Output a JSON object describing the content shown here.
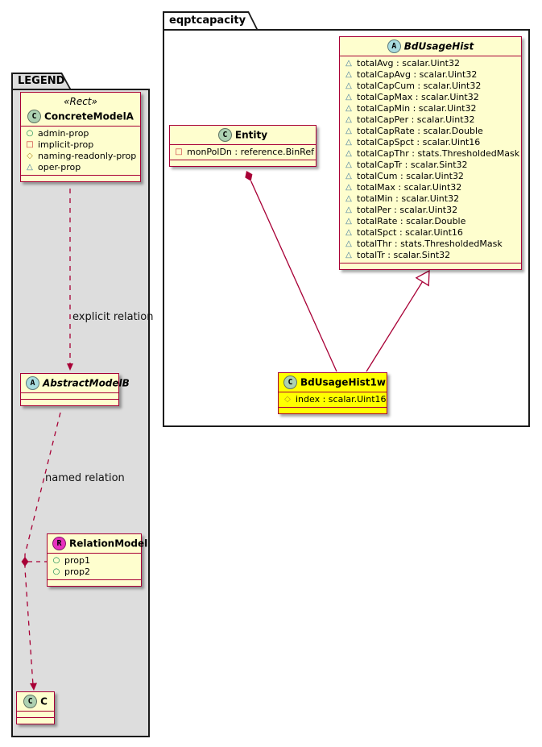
{
  "packages": {
    "legend": {
      "name": "LEGEND"
    },
    "eqptcapacity": {
      "name": "eqptcapacity"
    }
  },
  "classes": {
    "concreteModelA": {
      "stereotype": "«Rect»",
      "spot": "C",
      "name": "ConcreteModelA",
      "properties": [
        {
          "icon": "circle",
          "text": "admin-prop"
        },
        {
          "icon": "square",
          "text": "implicit-prop"
        },
        {
          "icon": "diamond",
          "text": "naming-readonly-prop"
        },
        {
          "icon": "triangle",
          "text": "oper-prop"
        }
      ]
    },
    "abstractModelB": {
      "spot": "A",
      "name": "AbstractModelB",
      "properties": []
    },
    "relationModel": {
      "spot": "R",
      "name": "RelationModel",
      "properties": [
        {
          "icon": "circle",
          "text": "prop1"
        },
        {
          "icon": "circle",
          "text": "prop2"
        }
      ]
    },
    "c": {
      "spot": "C",
      "name": "C",
      "properties": []
    },
    "entity": {
      "spot": "C",
      "name": "Entity",
      "properties": [
        {
          "icon": "square",
          "text": "monPolDn : reference.BinRef"
        }
      ]
    },
    "bdUsageHist": {
      "spot": "A",
      "name": "BdUsageHist",
      "properties": [
        {
          "icon": "triangle",
          "text": "totalAvg : scalar.Uint32"
        },
        {
          "icon": "triangle",
          "text": "totalCapAvg : scalar.Uint32"
        },
        {
          "icon": "triangle",
          "text": "totalCapCum : scalar.Uint32"
        },
        {
          "icon": "triangle",
          "text": "totalCapMax : scalar.Uint32"
        },
        {
          "icon": "triangle",
          "text": "totalCapMin : scalar.Uint32"
        },
        {
          "icon": "triangle",
          "text": "totalCapPer : scalar.Uint32"
        },
        {
          "icon": "triangle",
          "text": "totalCapRate : scalar.Double"
        },
        {
          "icon": "triangle",
          "text": "totalCapSpct : scalar.Uint16"
        },
        {
          "icon": "triangle",
          "text": "totalCapThr : stats.ThresholdedMask"
        },
        {
          "icon": "triangle",
          "text": "totalCapTr : scalar.Sint32"
        },
        {
          "icon": "triangle",
          "text": "totalCum : scalar.Uint32"
        },
        {
          "icon": "triangle",
          "text": "totalMax : scalar.Uint32"
        },
        {
          "icon": "triangle",
          "text": "totalMin : scalar.Uint32"
        },
        {
          "icon": "triangle",
          "text": "totalPer : scalar.Uint32"
        },
        {
          "icon": "triangle",
          "text": "totalRate : scalar.Double"
        },
        {
          "icon": "triangle",
          "text": "totalSpct : scalar.Uint16"
        },
        {
          "icon": "triangle",
          "text": "totalThr : stats.ThresholdedMask"
        },
        {
          "icon": "triangle",
          "text": "totalTr : scalar.Sint32"
        }
      ]
    },
    "bdUsageHist1w": {
      "spot": "C",
      "name": "BdUsageHist1w",
      "properties": [
        {
          "icon": "diamond",
          "text": "index : scalar.Uint16"
        }
      ]
    }
  },
  "edges": {
    "explicit_label": "explicit relation",
    "named_label": "named relation"
  },
  "colors": {
    "class_border": "#A80036",
    "class_bg": "#FEFECE",
    "highlight_bg": "#FFFF00",
    "legend_bg": "#DDDDDD",
    "spot_c": "#ADD1B2",
    "spot_a": "#A9DCDF",
    "spot_r": "#E832BE",
    "visibility_public": "#038048",
    "visibility_private": "#C82930",
    "visibility_protected": "#B38D22",
    "visibility_package": "#3A769D"
  }
}
